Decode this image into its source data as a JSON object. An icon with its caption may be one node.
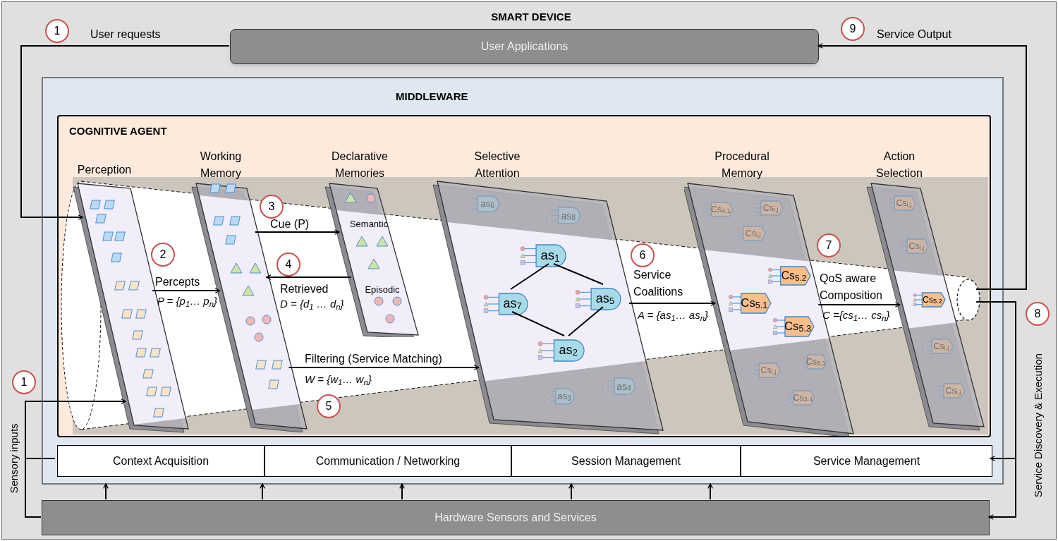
{
  "diagram": {
    "nodes": [
      {
        "text": [
          "SMART DEVICE"
        ]
      },
      {
        "text": [
          "User Applications"
        ],
        "in": 0
      },
      {
        "text": [
          "MIDDLEWARE"
        ],
        "in": 0
      },
      {
        "text": [
          "COGNITIVE AGENT"
        ],
        "in": 2
      },
      {
        "text": [
          "Perception"
        ],
        "in": 3
      },
      {
        "text": [
          "Working Memory"
        ],
        "in": 3
      },
      {
        "text": [
          "Declarative Memories",
          "Semantic",
          "Episodic"
        ],
        "in": 3
      },
      {
        "text": [
          "Selective Attention"
        ],
        "in": 3
      },
      {
        "text": [
          "as$_{6}$"
        ],
        "in": 7
      },
      {
        "text": [
          "as$_{8}$"
        ],
        "in": 7
      },
      {
        "text": [
          "as$_{1}$"
        ],
        "in": 7
      },
      {
        "text": [
          "as$_{7}$"
        ],
        "in": 7
      },
      {
        "text": [
          "as$_{5}$"
        ],
        "in": 7
      },
      {
        "text": [
          "as$_{2}$"
        ],
        "in": 7
      },
      {
        "text": [
          "as$_{3}$"
        ],
        "in": 7
      },
      {
        "text": [
          "as$_{4}$"
        ],
        "in": 7
      },
      {
        "text": [
          "Procedural Memory"
        ],
        "in": 3
      },
      {
        "text": [
          "Cs$_{4.1}$"
        ],
        "in": 16
      },
      {
        "text": [
          "Cs$_{i,j}$"
        ],
        "in": 16
      },
      {
        "text": [
          "Cs$_{i,j}$"
        ],
        "in": 16
      },
      {
        "text": [
          "Cs$_{5.2}$"
        ],
        "in": 16
      },
      {
        "text": [
          "Cs$_{5.1}$"
        ],
        "in": 16
      },
      {
        "text": [
          "Cs$_{5.3}$"
        ],
        "in": 16
      },
      {
        "text": [
          "Cs$_{8.3}$"
        ],
        "in": 16
      },
      {
        "text": [
          "Cs$_{i,j}$"
        ],
        "in": 16
      },
      {
        "text": [
          "Cs$_{3.4}$"
        ],
        "in": 16
      },
      {
        "text": [
          "Action Selection"
        ],
        "in": 3
      },
      {
        "text": [
          "Cs$_{i,j}$"
        ],
        "in": 26
      },
      {
        "text": [
          "Cs$_{i,j}$"
        ],
        "in": 26
      },
      {
        "text": [
          "Cs$_{5.2}$"
        ],
        "in": 26
      },
      {
        "text": [
          "Cs$_{i,j}$"
        ],
        "in": 26
      },
      {
        "text": [
          "Cs$_{i,j}$"
        ],
        "in": 26
      },
      {
        "text": [
          "Context Acquisition"
        ],
        "in": 2
      },
      {
        "text": [
          "Communication / Networking"
        ],
        "in": 2
      },
      {
        "text": [
          "Session Management"
        ],
        "in": 2
      },
      {
        "text": [
          "Service Management"
        ],
        "in": 2
      },
      {
        "text": [
          "Hardware Sensors and Services"
        ],
        "in": 0
      },
      {
        "text": [],
        "shape": "circle",
        "in": 3
      },
      {
        "text": [
          "1"
        ],
        "in": 0
      },
      {
        "text": [
          "9"
        ],
        "in": 0
      },
      {
        "text": [
          "2"
        ],
        "in": 3
      },
      {
        "text": [
          "3"
        ],
        "in": 3
      },
      {
        "text": [
          "4"
        ],
        "in": 3
      },
      {
        "text": [
          "5"
        ],
        "in": 3
      },
      {
        "text": [
          "6"
        ],
        "in": 3
      },
      {
        "text": [
          "7"
        ],
        "in": 3
      },
      {
        "text": [
          "8"
        ],
        "in": 0
      },
      {
        "text": [
          "1"
        ],
        "in": 0
      }
    ],
    "edges": [
      {
        "from": 1,
        "to": 4,
        "arrow": "to"
      },
      {
        "from": 37,
        "to": 1,
        "arrow": "to"
      },
      {
        "from": 37,
        "to": 35,
        "arrow": "to"
      },
      {
        "from": 37,
        "to": 36,
        "arrow": "to"
      },
      {
        "from": 36,
        "to": 4,
        "arrow": "to"
      },
      {
        "from": 36,
        "to": 32,
        "arrow": "none"
      },
      {
        "from": 36,
        "to": 2,
        "arrow": "to"
      },
      {
        "from": 36,
        "to": 2,
        "arrow": "to"
      },
      {
        "from": 36,
        "to": 2,
        "arrow": "to"
      },
      {
        "from": 36,
        "to": 2,
        "arrow": "to"
      },
      {
        "from": 36,
        "to": 2,
        "arrow": "to"
      },
      {
        "from": 4,
        "to": 5,
        "arrow": "to",
        "label": "Percepts"
      },
      {
        "from": 5,
        "to": 6,
        "arrow": "to",
        "label": "Cue (P)"
      },
      {
        "from": 6,
        "to": 5,
        "arrow": "to",
        "label": "Retrieved"
      },
      {
        "from": 5,
        "to": 7,
        "arrow": "to",
        "label": "Filtering (Service Matching)"
      },
      {
        "from": 7,
        "to": 16,
        "arrow": "to",
        "label": "Service Coalitions"
      },
      {
        "from": 16,
        "to": 26,
        "arrow": "to",
        "label": "QoS aware Composition"
      },
      {
        "from": 10,
        "to": 11,
        "arrow": "none"
      },
      {
        "from": 10,
        "to": 12,
        "arrow": "none"
      },
      {
        "from": 11,
        "to": 13,
        "arrow": "none"
      },
      {
        "from": 12,
        "to": 13,
        "arrow": "none"
      }
    ],
    "labels": [
      "User requests",
      "Service Output",
      "P = {p$_{1}$… p$_{n}$}",
      "D = {d$_{1}$ … d$_{n}$}",
      "W = {w$_{1}$… w$_{n}$}",
      "A = {as$_{1}$… as$_{n}$}",
      "C ={cs$_{1}$… cs$_{n}$}",
      "Sensory inputs",
      "Service Discovery & Execution"
    ]
  }
}
